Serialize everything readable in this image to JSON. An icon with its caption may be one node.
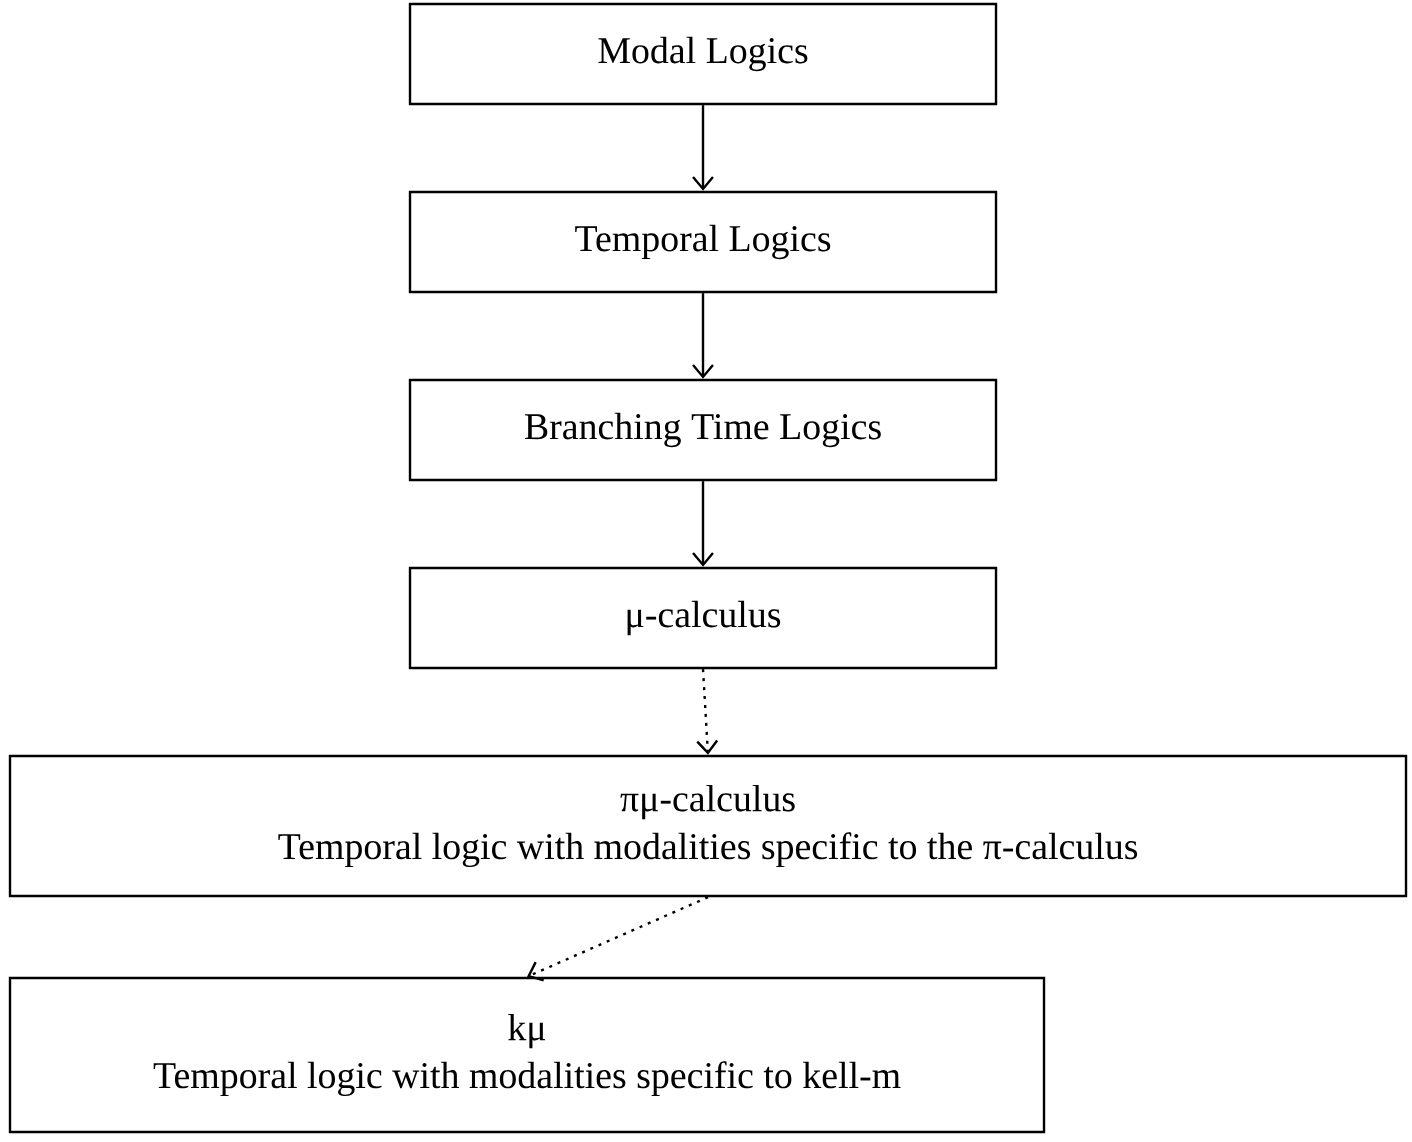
{
  "diagram": {
    "nodes": [
      {
        "text": [
          "Modal Logics"
        ]
      },
      {
        "text": [
          "Temporal Logics"
        ]
      },
      {
        "text": [
          "Branching Time Logics"
        ]
      },
      {
        "text": [
          "μ-calculus"
        ]
      },
      {
        "text": [
          "πμ-calculus",
          "Temporal logic with modalities specific to the π-calculus"
        ]
      },
      {
        "text": [
          "kμ",
          "Temporal logic with modalities specific to kell-m"
        ]
      }
    ],
    "edges": [
      {
        "from": 0,
        "to": 1,
        "arrow": "to"
      },
      {
        "from": 1,
        "to": 2,
        "arrow": "to"
      },
      {
        "from": 2,
        "to": 3,
        "arrow": "to"
      },
      {
        "from": 3,
        "to": 4,
        "arrow": "to",
        "style": "dashed"
      },
      {
        "from": 4,
        "to": 5,
        "arrow": "to",
        "style": "dashed"
      }
    ]
  }
}
